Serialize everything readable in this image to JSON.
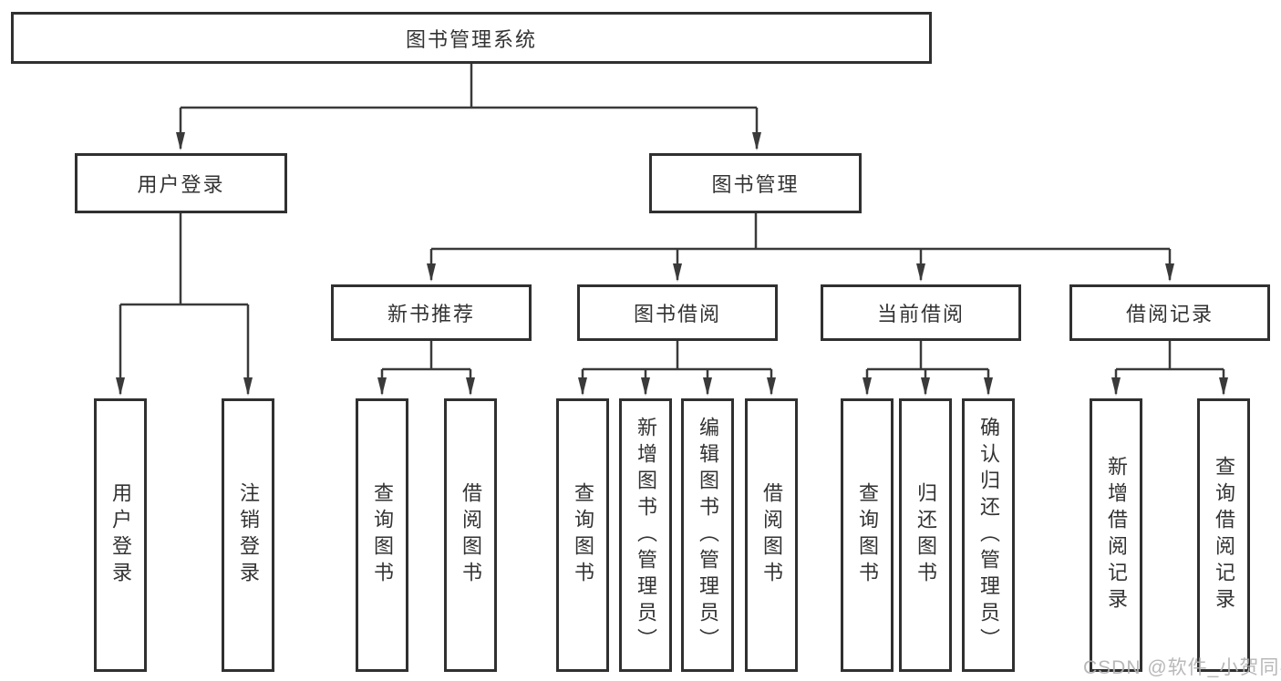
{
  "diagram": {
    "title": "图书管理系统",
    "nodes": {
      "root": {
        "label": "图书管理系统"
      },
      "user_login": {
        "label": "用户登录"
      },
      "book_management": {
        "label": "图书管理"
      },
      "new_book_recommendation": {
        "label": "新书推荐"
      },
      "book_borrowing": {
        "label": "图书借阅"
      },
      "current_borrowing": {
        "label": "当前借阅"
      },
      "borrowing_records": {
        "label": "借阅记录"
      },
      "leaves": [
        {
          "label": "用户登录",
          "parent": "用户登录"
        },
        {
          "label": "注销登录",
          "parent": "用户登录"
        },
        {
          "label": "查询图书",
          "parent": "新书推荐"
        },
        {
          "label": "借阅图书",
          "parent": "新书推荐"
        },
        {
          "label": "查询图书",
          "parent": "图书借阅"
        },
        {
          "label": "新增图书（管理员）",
          "parent": "图书借阅"
        },
        {
          "label": "编辑图书（管理员）",
          "parent": "图书借阅"
        },
        {
          "label": "借阅图书",
          "parent": "图书借阅"
        },
        {
          "label": "查询图书",
          "parent": "当前借阅"
        },
        {
          "label": "归还图书",
          "parent": "当前借阅"
        },
        {
          "label": "确认归还（管理员）",
          "parent": "当前借阅"
        },
        {
          "label": "新增借阅记录",
          "parent": "借阅记录"
        },
        {
          "label": "查询借阅记录",
          "parent": "借阅记录"
        }
      ]
    }
  },
  "watermark": {
    "text": "CSDN @软件_小贺同学"
  },
  "colors": {
    "box_border": "#303030",
    "connector_line": "#3a3a3a",
    "text": "#333333",
    "background": "#ffffff",
    "watermark": "#b2b2b2"
  }
}
